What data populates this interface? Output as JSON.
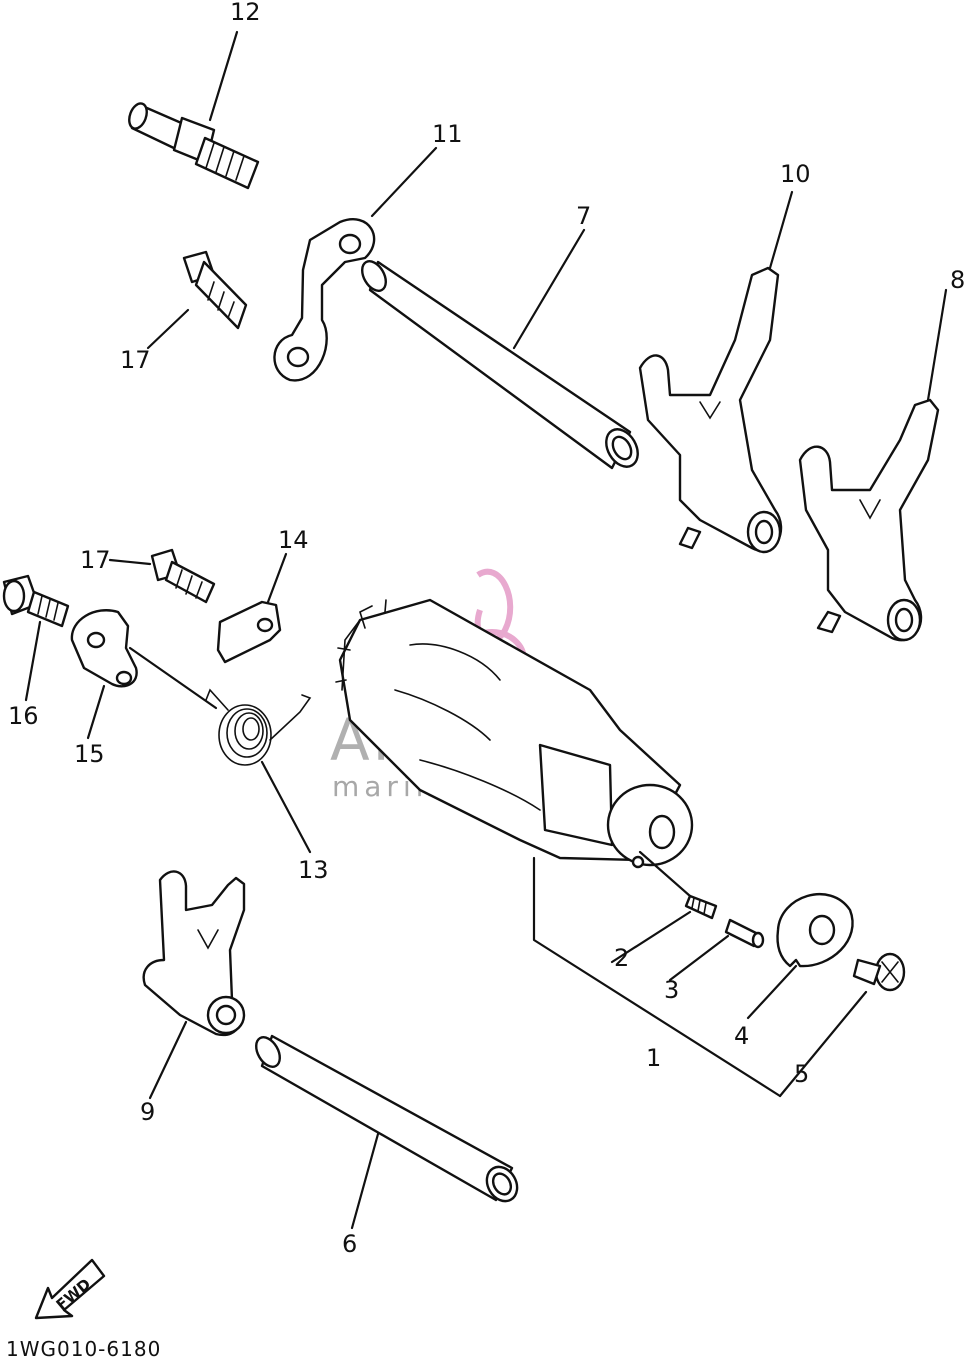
{
  "diagram_code": "1WG010-6180",
  "fwd_label": "FWD",
  "watermark": {
    "brand": "ARMADA",
    "tagline": "marine outboards",
    "logo_color": "#e8a9cf",
    "text_color": "#b0b0b0"
  },
  "callouts": [
    "1",
    "2",
    "3",
    "4",
    "5",
    "6",
    "7",
    "8",
    "9",
    "10",
    "11",
    "12",
    "13",
    "14",
    "15",
    "16",
    "17",
    "17"
  ],
  "line_color": "#111111",
  "background": "#ffffff"
}
